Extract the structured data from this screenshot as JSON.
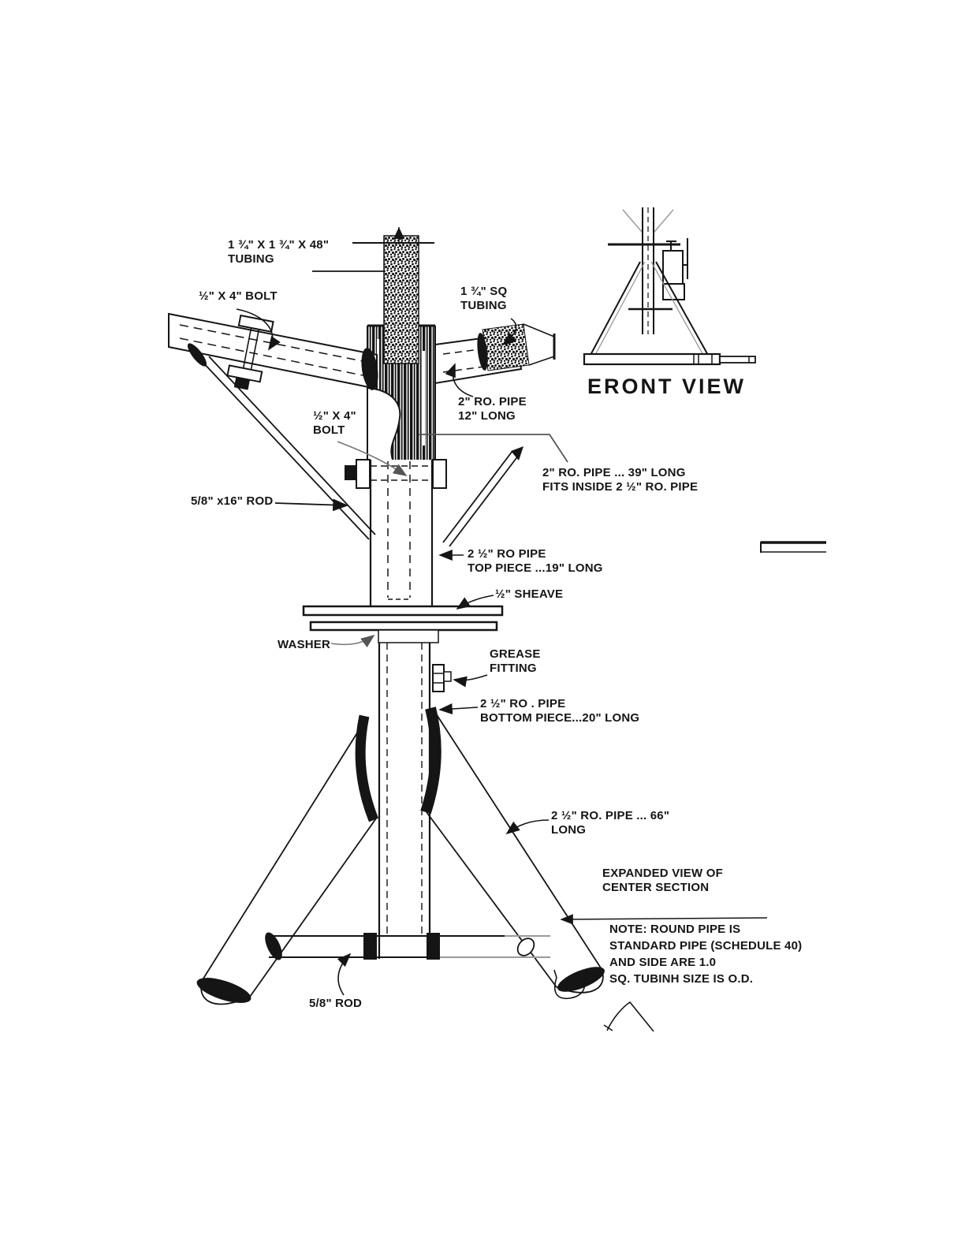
{
  "page": {
    "background": "#ffffff",
    "ink": "#151515",
    "gray": "#8a8a8a"
  },
  "drawing": {
    "labels": {
      "tubing_top": {
        "line1": "1 ¾\" X 1 ¾\" X 48\"",
        "line2": "TUBING"
      },
      "bolt_top": {
        "text": "½\" X 4\"  BOLT"
      },
      "sq_tubing": {
        "line1": "1 ¾\" SQ",
        "line2": "TUBING"
      },
      "ro_pipe_12": {
        "line1": "2\" RO. PIPE",
        "line2": "12\" LONG"
      },
      "bolt_mid": {
        "line1": "½\" X 4\"",
        "line2": "BOLT"
      },
      "rod_516": {
        "text": "5/8\" x16\" ROD"
      },
      "pipe_39": {
        "line1": "2\" RO. PIPE ... 39\" LONG",
        "line2": "FITS  INSIDE 2 ½\" RO. PIPE"
      },
      "top_piece": {
        "line1": "2 ½\" RO  PIPE",
        "line2": "TOP PIECE ...19\" LONG"
      },
      "sheave": {
        "text": "½\" SHEAVE"
      },
      "washer": {
        "text": "WASHER"
      },
      "grease": {
        "line1": "GREASE",
        "line2": "FITTING"
      },
      "bottom_piece": {
        "line1": "2 ½\" RO . PIPE",
        "line2": "BOTTOM  PIECE...20\" LONG"
      },
      "pipe_66": {
        "line1": "2 ½\" RO.  PIPE ... 66\"",
        "line2": "LONG"
      },
      "expanded_view": {
        "line1": "EXPANDED  VIEW OF",
        "line2": "CENTER  SECTION"
      },
      "note": {
        "line1": "NOTE:  ROUND PIPE IS",
        "line2": "STANDARD PIPE  (SCHEDULE 40)",
        "line3": "AND  SIDE  ARE 1.0",
        "line4": "SQ. TUBINH SIZE IS O.D."
      },
      "rod_58": {
        "text": "5/8\" ROD"
      },
      "front_view": {
        "text": "ERONT  VIEW"
      }
    }
  }
}
